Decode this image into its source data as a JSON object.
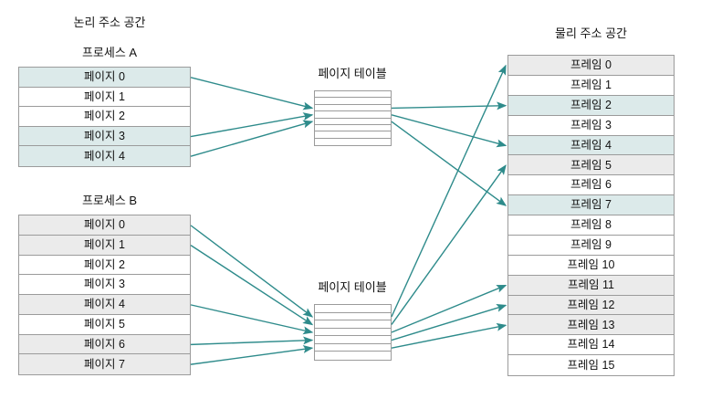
{
  "diagram": {
    "title_logical": "논리 주소 공간",
    "title_physical": "물리 주소 공간",
    "accent_color": "#2e8b8b",
    "fill_teal": "#dceaea",
    "fill_gray": "#ebebeb",
    "border_color": "#9b9b9b"
  },
  "process_a": {
    "label": "프로세스 A",
    "rows": [
      {
        "label": "페이지 0",
        "fill": "teal"
      },
      {
        "label": "페이지 1",
        "fill": "white"
      },
      {
        "label": "페이지 2",
        "fill": "white"
      },
      {
        "label": "페이지 3",
        "fill": "teal"
      },
      {
        "label": "페이지 4",
        "fill": "teal"
      }
    ]
  },
  "process_b": {
    "label": "프로세스 B",
    "rows": [
      {
        "label": "페이지 0",
        "fill": "gray"
      },
      {
        "label": "페이지 1",
        "fill": "gray"
      },
      {
        "label": "페이지 2",
        "fill": "white"
      },
      {
        "label": "페이지 3",
        "fill": "white"
      },
      {
        "label": "페이지 4",
        "fill": "gray"
      },
      {
        "label": "페이지 5",
        "fill": "white"
      },
      {
        "label": "페이지 6",
        "fill": "gray"
      },
      {
        "label": "페이지 7",
        "fill": "gray"
      }
    ]
  },
  "page_table_a": {
    "label": "페이지 테이블",
    "row_count": 8
  },
  "page_table_b": {
    "label": "페이지 테이블",
    "row_count": 7
  },
  "physical": {
    "label": "물리 주소 공간",
    "rows": [
      {
        "label": "프레임 0",
        "fill": "gray"
      },
      {
        "label": "프레임 1",
        "fill": "white"
      },
      {
        "label": "프레임 2",
        "fill": "teal"
      },
      {
        "label": "프레임 3",
        "fill": "white"
      },
      {
        "label": "프레임 4",
        "fill": "teal"
      },
      {
        "label": "프레임 5",
        "fill": "gray"
      },
      {
        "label": "프레임 6",
        "fill": "white"
      },
      {
        "label": "프레임 7",
        "fill": "teal"
      },
      {
        "label": "프레임 8",
        "fill": "white"
      },
      {
        "label": "프레임 9",
        "fill": "white"
      },
      {
        "label": "프레임 10",
        "fill": "white"
      },
      {
        "label": "프레임 11",
        "fill": "gray"
      },
      {
        "label": "프레임 12",
        "fill": "gray"
      },
      {
        "label": "프레임 13",
        "fill": "gray"
      },
      {
        "label": "프레임 14",
        "fill": "white"
      },
      {
        "label": "프레임 15",
        "fill": "white"
      }
    ]
  },
  "mappings": {
    "process_a_to_table": [
      {
        "from_row": 0,
        "to_slot": 2
      },
      {
        "from_row": 3,
        "to_slot": 3
      },
      {
        "from_row": 4,
        "to_slot": 4
      }
    ],
    "table_a_to_frames": [
      {
        "from_slot": 2,
        "to_frame": 2
      },
      {
        "from_slot": 3,
        "to_frame": 4
      },
      {
        "from_slot": 4,
        "to_frame": 7
      }
    ],
    "process_b_to_table": [
      {
        "from_row": 0,
        "to_slot": 1
      },
      {
        "from_row": 1,
        "to_slot": 2
      },
      {
        "from_row": 4,
        "to_slot": 3
      },
      {
        "from_row": 6,
        "to_slot": 4
      },
      {
        "from_row": 7,
        "to_slot": 5
      }
    ],
    "table_b_to_frames": [
      {
        "from_slot": 1,
        "to_frame": 0
      },
      {
        "from_slot": 2,
        "to_frame": 5
      },
      {
        "from_slot": 3,
        "to_frame": 11
      },
      {
        "from_slot": 4,
        "to_frame": 12
      },
      {
        "from_slot": 5,
        "to_frame": 13
      }
    ]
  }
}
